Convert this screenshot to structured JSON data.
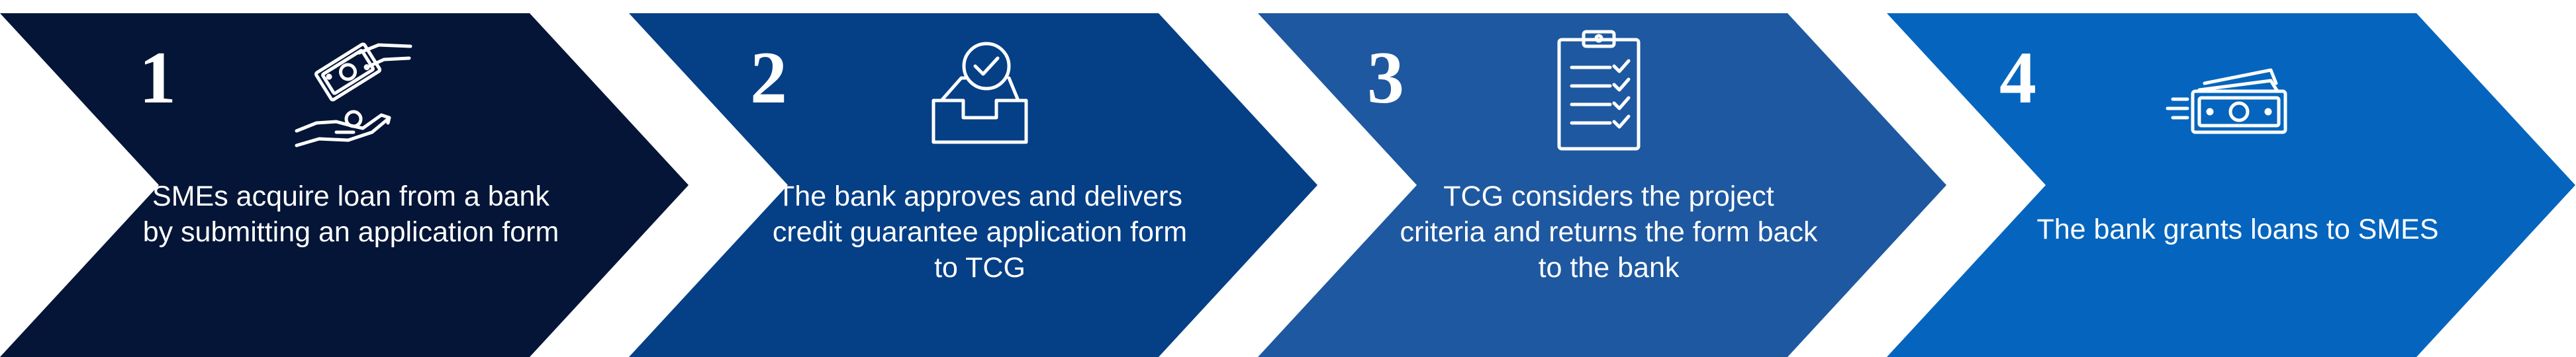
{
  "colors": {
    "step1": "#041537",
    "step2": "#053f86",
    "step3": "#1e58a0",
    "step4": "#0565be",
    "foreground": "#ffffff"
  },
  "steps": [
    {
      "number": "1",
      "icon": "hand-money-exchange-icon",
      "label": "SMEs acquire loan from a bank by submitting an application form"
    },
    {
      "number": "2",
      "icon": "inbox-approve-icon",
      "label": "The bank approves and delivers credit guarantee application form to TCG"
    },
    {
      "number": "3",
      "icon": "clipboard-checklist-icon",
      "label": "TCG considers the project criteria and returns the form back to the bank"
    },
    {
      "number": "4",
      "icon": "cash-transfer-icon",
      "label": "The bank grants loans to SMES"
    }
  ]
}
